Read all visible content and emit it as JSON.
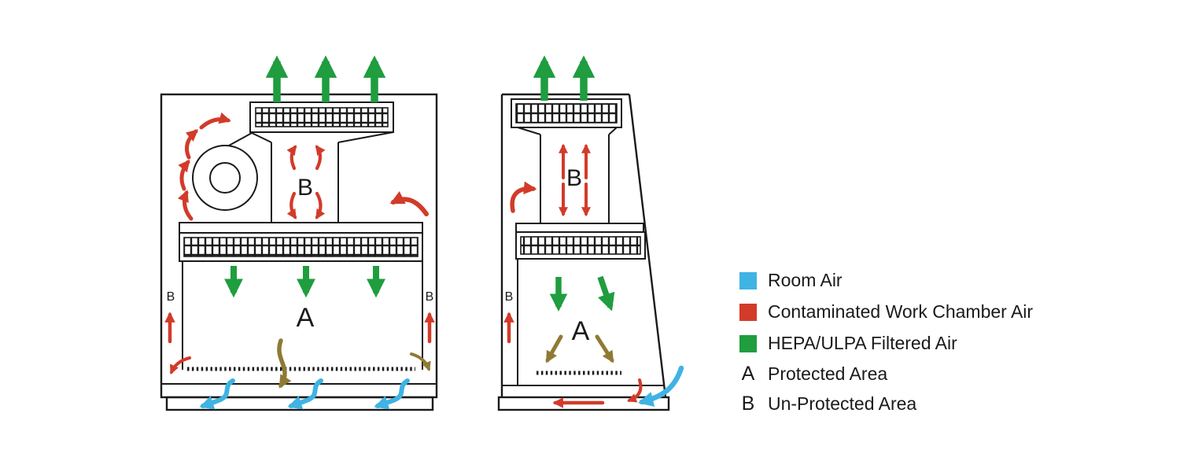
{
  "diagram": {
    "front_view": {
      "chamber_b_label": "B",
      "chamber_a_label": "A",
      "left_channel_label": "B",
      "right_channel_label": "B"
    },
    "side_view": {
      "chamber_b_label": "B",
      "chamber_a_label": "A",
      "left_channel_label": "B"
    }
  },
  "legend": {
    "items": [
      {
        "swatch": "blue",
        "label": "Room Air"
      },
      {
        "swatch": "red",
        "label": "Contaminated Work Chamber Air"
      },
      {
        "swatch": "green",
        "label": "HEPA/ULPA Filtered Air"
      },
      {
        "symbol": "A",
        "label": "Protected Area"
      },
      {
        "symbol": "B",
        "label": "Un-Protected Area"
      }
    ]
  },
  "colors": {
    "room_air": "#3fb3e3",
    "contaminated_air": "#d23b2a",
    "filtered_air": "#1f9d3f",
    "mixed_air": "#8f7a34",
    "outline": "#1a1a1a"
  }
}
